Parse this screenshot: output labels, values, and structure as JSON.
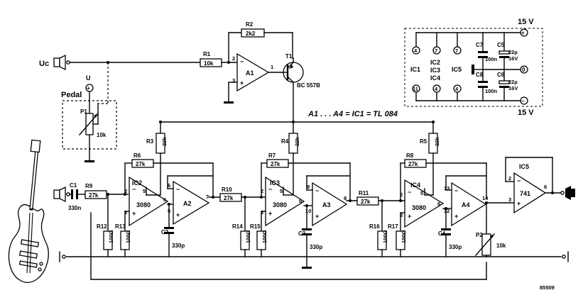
{
  "labels": {
    "uc": "Uc",
    "u": "U",
    "pedal": "Pedal",
    "p1": "P1",
    "p1_val": "10k",
    "r1": "R1",
    "r1_val": "10k",
    "r2": "R2",
    "r2_val": "2k2",
    "a1": "A1",
    "t1": "T1",
    "t1_type": "BC 557B",
    "note": "A1 . . . A4 = IC1 = TL 084",
    "c1": "C1",
    "c1_val": "330n",
    "r9": "R9",
    "r9_val": "27k",
    "r3": "R3",
    "r3_val": "22k",
    "r4": "R4",
    "r4_val": "22k",
    "r5": "R5",
    "r5_val": "22k",
    "r6": "R6",
    "r6_val": "27k",
    "r7": "R7",
    "r7_val": "27k",
    "r8": "R8",
    "r8_val": "27k",
    "ic2": "IC2",
    "ic3": "IC3",
    "ic4": "IC4",
    "ic5": "IC5",
    "ota": "3080",
    "a2": "A2",
    "a3": "A3",
    "a4": "A4",
    "r10": "R10",
    "r10_val": "27k",
    "r11": "R11",
    "r11_val": "27k",
    "r12": "R12",
    "r13": "R13",
    "r14": "R14",
    "r15": "R15",
    "r16": "R16",
    "r17": "R17",
    "r_100": "100Ω",
    "c2": "C2",
    "c3": "C3",
    "c4": "C4",
    "c_330p": "330p",
    "p2": "P2",
    "p2_val": "10k",
    "op741": "741",
    "supply_plus": "15 V",
    "supply_minus": "15 V",
    "ic1_lbl": "IC1",
    "ic234_lbl": "IC2\nIC3\nIC4",
    "ic5_lbl": "IC5",
    "c7": "C7",
    "c8": "C8",
    "c5": "C5",
    "c6": "C6",
    "c_100n": "100n",
    "c_22u": "22µ",
    "c_16v": "16V",
    "code": "85509",
    "plus": "+",
    "minus": "−",
    "zero": "0"
  },
  "pins": {
    "ic1_top": "4",
    "ic1_bot": "11",
    "ic234_top_a": "7",
    "ic234_top_b": "7",
    "ic234_bot_a": "4",
    "ic5_bot": "4",
    "a1_in_minus": "2",
    "a1_in_plus": "3",
    "a1_out": "1",
    "ic2_5": "5",
    "ic2_2": "2",
    "ic2_3": "3",
    "ic2_6": "6",
    "a2_6": "6",
    "a2_5": "5",
    "a2_7": "7",
    "ic3_5": "5",
    "ic3_2": "2",
    "ic3_3": "3",
    "ic3_6": "6",
    "a3_9": "9",
    "a3_10": "10",
    "a3_8": "8",
    "ic4_5": "5",
    "ic4_2": "2",
    "ic4_3": "3",
    "ic4_6": "6",
    "a4_13": "13",
    "a4_12": "12",
    "a4_14": "14",
    "ic5_2": "2",
    "ic5_3": "3",
    "ic5_6": "6"
  },
  "colors": {
    "ink": "#000000",
    "paper": "#ffffff"
  }
}
